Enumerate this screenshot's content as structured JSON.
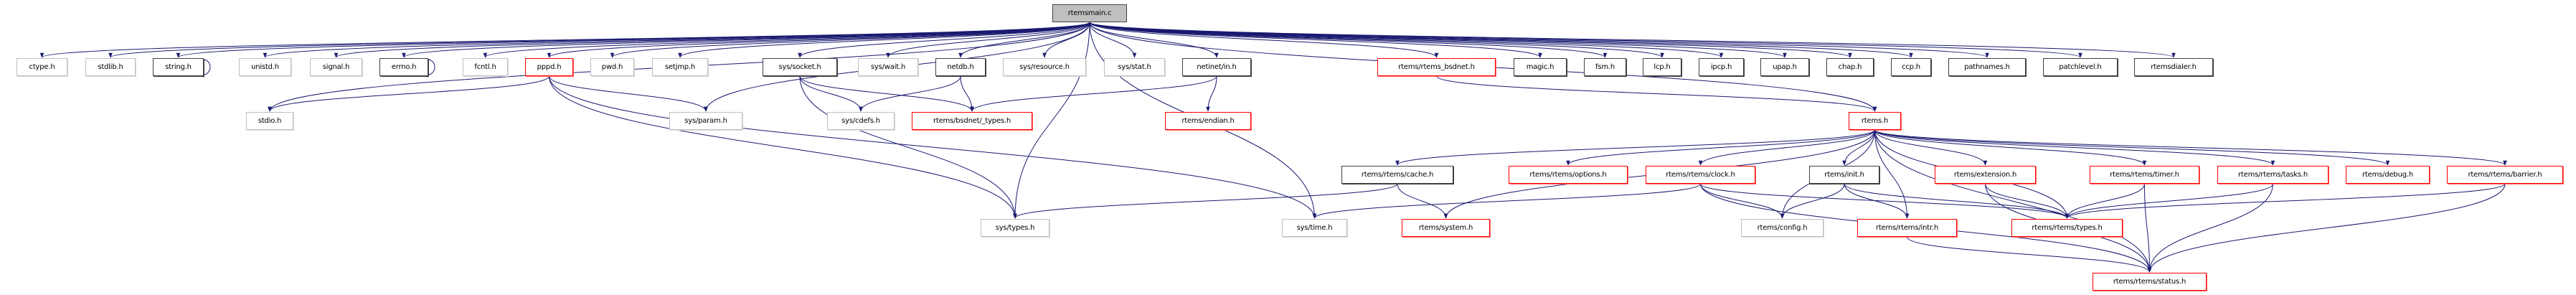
{
  "title": "rtemsmain.c",
  "colors": {
    "edge": "#191970",
    "root_fill": "#bfbfbf",
    "documented_border": "#404040",
    "truncated_border": "#ff0000",
    "external_border": "#bfbfbf"
  },
  "nodes": [
    {
      "label": "rtemsmain.c",
      "style": "root"
    },
    {
      "label": "ctype.h",
      "style": "external"
    },
    {
      "label": "stdlib.h",
      "style": "external"
    },
    {
      "label": "string.h",
      "style": "documented"
    },
    {
      "label": "unistd.h",
      "style": "external"
    },
    {
      "label": "signal.h",
      "style": "external"
    },
    {
      "label": "errno.h",
      "style": "documented"
    },
    {
      "label": "fcntl.h",
      "style": "external"
    },
    {
      "label": "pppd.h",
      "style": "red"
    },
    {
      "label": "pwd.h",
      "style": "external"
    },
    {
      "label": "setjmp.h",
      "style": "external"
    },
    {
      "label": "sys/socket.h",
      "style": "documented"
    },
    {
      "label": "sys/wait.h",
      "style": "external"
    },
    {
      "label": "netdb.h",
      "style": "documented"
    },
    {
      "label": "sys/resource.h",
      "style": "external"
    },
    {
      "label": "sys/stat.h",
      "style": "external"
    },
    {
      "label": "netinet/in.h",
      "style": "documented"
    },
    {
      "label": "rtems/rtems_bsdnet.h",
      "style": "red"
    },
    {
      "label": "magic.h",
      "style": "documented"
    },
    {
      "label": "fsm.h",
      "style": "documented"
    },
    {
      "label": "lcp.h",
      "style": "documented"
    },
    {
      "label": "ipcp.h",
      "style": "documented"
    },
    {
      "label": "upap.h",
      "style": "documented"
    },
    {
      "label": "chap.h",
      "style": "documented"
    },
    {
      "label": "ccp.h",
      "style": "documented"
    },
    {
      "label": "pathnames.h",
      "style": "documented"
    },
    {
      "label": "patchlevel.h",
      "style": "documented"
    },
    {
      "label": "rtemsdialer.h",
      "style": "documented"
    },
    {
      "label": "stdio.h",
      "style": "external"
    },
    {
      "label": "sys/param.h",
      "style": "external"
    },
    {
      "label": "sys/cdefs.h",
      "style": "external"
    },
    {
      "label": "rtems/bsdnet/_types.h",
      "style": "red"
    },
    {
      "label": "rtems/endian.h",
      "style": "red"
    },
    {
      "label": "rtems.h",
      "style": "red"
    },
    {
      "label": "rtems/rtems/cache.h",
      "style": "documented"
    },
    {
      "label": "rtems/rtems/options.h",
      "style": "red"
    },
    {
      "label": "rtems/rtems/clock.h",
      "style": "red"
    },
    {
      "label": "rtems/init.h",
      "style": "documented"
    },
    {
      "label": "rtems/extension.h",
      "style": "red"
    },
    {
      "label": "rtems/rtems/timer.h",
      "style": "red"
    },
    {
      "label": "rtems/rtems/tasks.h",
      "style": "red"
    },
    {
      "label": "rtems/debug.h",
      "style": "red"
    },
    {
      "label": "rtems/rtems/barrier.h",
      "style": "red"
    },
    {
      "label": "sys/types.h",
      "style": "external"
    },
    {
      "label": "sys/time.h",
      "style": "external"
    },
    {
      "label": "rtems/system.h",
      "style": "red"
    },
    {
      "label": "rtems/config.h",
      "style": "external"
    },
    {
      "label": "rtems/rtems/intr.h",
      "style": "red"
    },
    {
      "label": "rtems/rtems/types.h",
      "style": "red"
    },
    {
      "label": "rtems/rtems/status.h",
      "style": "red"
    }
  ],
  "edges": [
    [
      "rtemsmain.c",
      "ctype.h"
    ],
    [
      "rtemsmain.c",
      "stdlib.h"
    ],
    [
      "rtemsmain.c",
      "string.h"
    ],
    [
      "rtemsmain.c",
      "unistd.h"
    ],
    [
      "rtemsmain.c",
      "signal.h"
    ],
    [
      "rtemsmain.c",
      "errno.h"
    ],
    [
      "rtemsmain.c",
      "fcntl.h"
    ],
    [
      "rtemsmain.c",
      "pppd.h"
    ],
    [
      "rtemsmain.c",
      "pwd.h"
    ],
    [
      "rtemsmain.c",
      "setjmp.h"
    ],
    [
      "rtemsmain.c",
      "sys/socket.h"
    ],
    [
      "rtemsmain.c",
      "sys/wait.h"
    ],
    [
      "rtemsmain.c",
      "netdb.h"
    ],
    [
      "rtemsmain.c",
      "sys/resource.h"
    ],
    [
      "rtemsmain.c",
      "sys/stat.h"
    ],
    [
      "rtemsmain.c",
      "netinet/in.h"
    ],
    [
      "rtemsmain.c",
      "rtems/rtems_bsdnet.h"
    ],
    [
      "rtemsmain.c",
      "magic.h"
    ],
    [
      "rtemsmain.c",
      "fsm.h"
    ],
    [
      "rtemsmain.c",
      "lcp.h"
    ],
    [
      "rtemsmain.c",
      "ipcp.h"
    ],
    [
      "rtemsmain.c",
      "upap.h"
    ],
    [
      "rtemsmain.c",
      "chap.h"
    ],
    [
      "rtemsmain.c",
      "ccp.h"
    ],
    [
      "rtemsmain.c",
      "pathnames.h"
    ],
    [
      "rtemsmain.c",
      "patchlevel.h"
    ],
    [
      "rtemsmain.c",
      "rtemsdialer.h"
    ],
    [
      "rtemsmain.c",
      "stdio.h"
    ],
    [
      "rtemsmain.c",
      "sys/param.h"
    ],
    [
      "rtemsmain.c",
      "sys/types.h"
    ],
    [
      "rtemsmain.c",
      "sys/time.h"
    ],
    [
      "rtemsmain.c",
      "rtems.h"
    ],
    [
      "string.h",
      "string.h"
    ],
    [
      "errno.h",
      "errno.h"
    ],
    [
      "pppd.h",
      "stdio.h"
    ],
    [
      "pppd.h",
      "sys/param.h"
    ],
    [
      "pppd.h",
      "sys/types.h"
    ],
    [
      "pppd.h",
      "sys/time.h"
    ],
    [
      "sys/socket.h",
      "sys/cdefs.h"
    ],
    [
      "sys/socket.h",
      "rtems/bsdnet/_types.h"
    ],
    [
      "sys/socket.h",
      "sys/types.h"
    ],
    [
      "netdb.h",
      "sys/cdefs.h"
    ],
    [
      "netdb.h",
      "rtems/bsdnet/_types.h"
    ],
    [
      "netinet/in.h",
      "rtems/bsdnet/_types.h"
    ],
    [
      "netinet/in.h",
      "rtems/endian.h"
    ],
    [
      "rtems/rtems_bsdnet.h",
      "rtems.h"
    ],
    [
      "rtems.h",
      "rtems/rtems/cache.h"
    ],
    [
      "rtems.h",
      "rtems/rtems/options.h"
    ],
    [
      "rtems.h",
      "rtems/rtems/clock.h"
    ],
    [
      "rtems.h",
      "rtems/init.h"
    ],
    [
      "rtems.h",
      "rtems/rtems/intr.h"
    ],
    [
      "rtems.h",
      "rtems/config.h"
    ],
    [
      "rtems.h",
      "rtems/extension.h"
    ],
    [
      "rtems.h",
      "rtems/rtems/types.h"
    ],
    [
      "rtems.h",
      "rtems/rtems/timer.h"
    ],
    [
      "rtems.h",
      "rtems/rtems/tasks.h"
    ],
    [
      "rtems.h",
      "rtems/debug.h"
    ],
    [
      "rtems.h",
      "rtems/rtems/barrier.h"
    ],
    [
      "rtems.h",
      "rtems/rtems/status.h"
    ],
    [
      "rtems.h",
      "rtems/system.h"
    ],
    [
      "rtems/rtems/cache.h",
      "sys/types.h"
    ],
    [
      "rtems/rtems/cache.h",
      "rtems/system.h"
    ],
    [
      "rtems/rtems/clock.h",
      "sys/time.h"
    ],
    [
      "rtems/rtems/clock.h",
      "rtems/config.h"
    ],
    [
      "rtems/rtems/clock.h",
      "rtems/rtems/types.h"
    ],
    [
      "rtems/rtems/clock.h",
      "rtems/rtems/status.h"
    ],
    [
      "rtems/init.h",
      "rtems/config.h"
    ],
    [
      "rtems/init.h",
      "rtems/rtems/intr.h"
    ],
    [
      "rtems/init.h",
      "rtems/rtems/types.h"
    ],
    [
      "rtems/extension.h",
      "rtems/rtems/types.h"
    ],
    [
      "rtems/extension.h",
      "rtems/rtems/status.h"
    ],
    [
      "rtems/rtems/timer.h",
      "rtems/rtems/types.h"
    ],
    [
      "rtems/rtems/timer.h",
      "rtems/rtems/status.h"
    ],
    [
      "rtems/rtems/tasks.h",
      "rtems/rtems/types.h"
    ],
    [
      "rtems/rtems/tasks.h",
      "rtems/rtems/status.h"
    ],
    [
      "rtems/rtems/barrier.h",
      "rtems/rtems/types.h"
    ],
    [
      "rtems/rtems/barrier.h",
      "rtems/rtems/status.h"
    ],
    [
      "rtems/rtems/intr.h",
      "rtems/rtems/status.h"
    ]
  ]
}
